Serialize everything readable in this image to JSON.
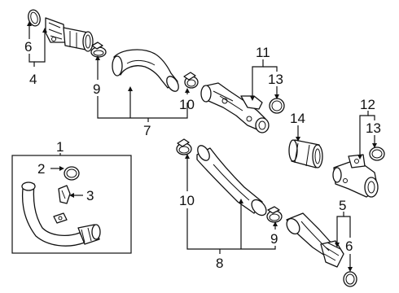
{
  "callouts": {
    "c1": "1",
    "c2": "2",
    "c3": "3",
    "c4": "4",
    "c5": "5",
    "c6a": "6",
    "c6b": "6",
    "c7": "7",
    "c8": "8",
    "c9a": "9",
    "c9b": "9",
    "c10a": "10",
    "c10b": "10",
    "c11": "11",
    "c12": "12",
    "c13a": "13",
    "c13b": "13",
    "c14": "14"
  }
}
